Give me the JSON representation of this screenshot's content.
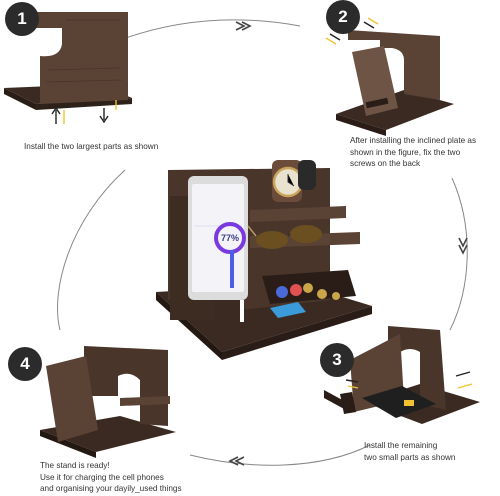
{
  "colors": {
    "wood_dark": "#3a2a22",
    "wood_mid": "#5a4235",
    "wood_light": "#6e5445",
    "badge": "#2b2b2b",
    "arrow": "#444444",
    "accent_screw": "#f2c233"
  },
  "steps": [
    {
      "number": "1",
      "lines": [
        "Install the two largest parts as shown"
      ]
    },
    {
      "number": "2",
      "lines": [
        "After installing the inclined plate as",
        "shown in the figure, fix the two",
        "screws on the back"
      ]
    },
    {
      "number": "3",
      "lines": [
        "Install the remaining",
        "two small parts as shown"
      ]
    },
    {
      "number": "4",
      "lines": [
        "The stand is ready!",
        "Use it for charging the cell phones",
        "and organising your dayily_used things"
      ]
    }
  ],
  "phone": {
    "battery_text": "77%"
  }
}
